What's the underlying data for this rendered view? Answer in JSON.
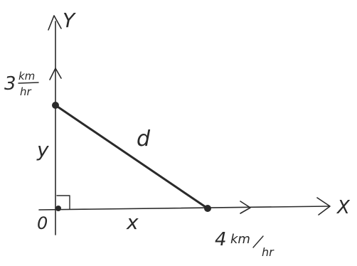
{
  "diagram": {
    "axes": {
      "y_label": "Y",
      "x_label": "X",
      "origin_label": "0"
    },
    "segments": {
      "vertical_label": "y",
      "horizontal_label": "x",
      "hypotenuse_label": "d"
    },
    "speeds": {
      "vertical": {
        "value": "3",
        "unit_top": "km",
        "unit_bottom": "hr"
      },
      "horizontal": {
        "value": "4",
        "unit_top": "km",
        "unit_bottom": "hr"
      }
    },
    "colors": {
      "ink": "#2a2a2a",
      "paper": "#ffffff"
    }
  }
}
